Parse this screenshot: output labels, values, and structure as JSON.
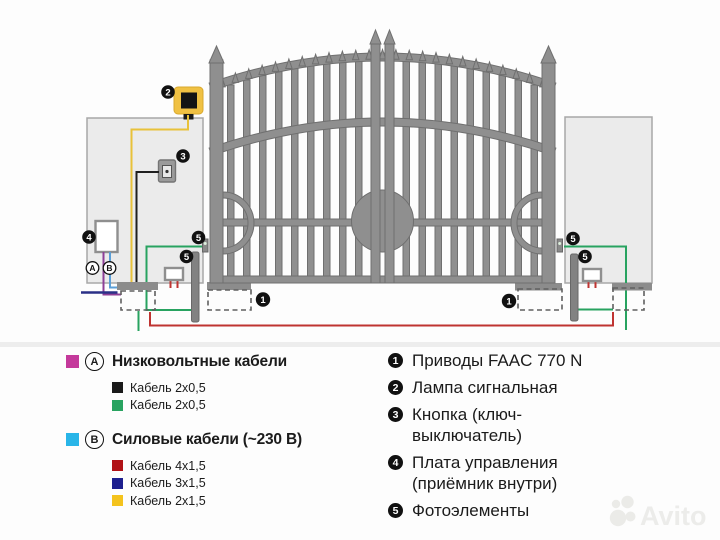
{
  "diagram": {
    "callouts": {
      "n1": "1",
      "n2": "2",
      "n3": "3",
      "n4": "4",
      "n5": "5"
    },
    "ports": {
      "a": "A",
      "b": "B"
    },
    "wire_colors": {
      "yellow": "#e8c23a",
      "black": "#1f1f1f",
      "green": "#28a360",
      "purple": "#8e3f97",
      "light_blue": "#5b9fd8",
      "navy": "#2b3087",
      "red": "#bf3431"
    },
    "lamp_color": "#f0c143"
  },
  "legend_left": {
    "groups": [
      {
        "swatch": "#c4399b",
        "letter": "A",
        "title": "Низковольтные кабели",
        "items": [
          {
            "color": "#1a1a1a",
            "label": "Кабель 2х0,5"
          },
          {
            "color": "#28a360",
            "label": "Кабель 2х0,5"
          }
        ]
      },
      {
        "swatch": "#29b5e8",
        "letter": "B",
        "title": "Силовые кабели (~230 В)",
        "items": [
          {
            "color": "#b11217",
            "label": "Кабель 4х1,5"
          },
          {
            "color": "#1d1f8e",
            "label": "Кабель 3х1,5"
          },
          {
            "color": "#f4c31d",
            "label": "Кабель 2х1,5"
          }
        ]
      }
    ]
  },
  "legend_right": {
    "items": [
      {
        "num": "1",
        "lines": [
          "Приводы FAAC 770 N"
        ]
      },
      {
        "num": "2",
        "lines": [
          "Лампа сигнальная"
        ]
      },
      {
        "num": "3",
        "lines": [
          "Кнопка (ключ-",
          "выключатель)"
        ]
      },
      {
        "num": "4",
        "lines": [
          "Плата управления",
          "(приёмник внутри)"
        ]
      },
      {
        "num": "5",
        "lines": [
          "Фотоэлементы"
        ]
      }
    ]
  },
  "watermark": {
    "text": "Avito"
  }
}
